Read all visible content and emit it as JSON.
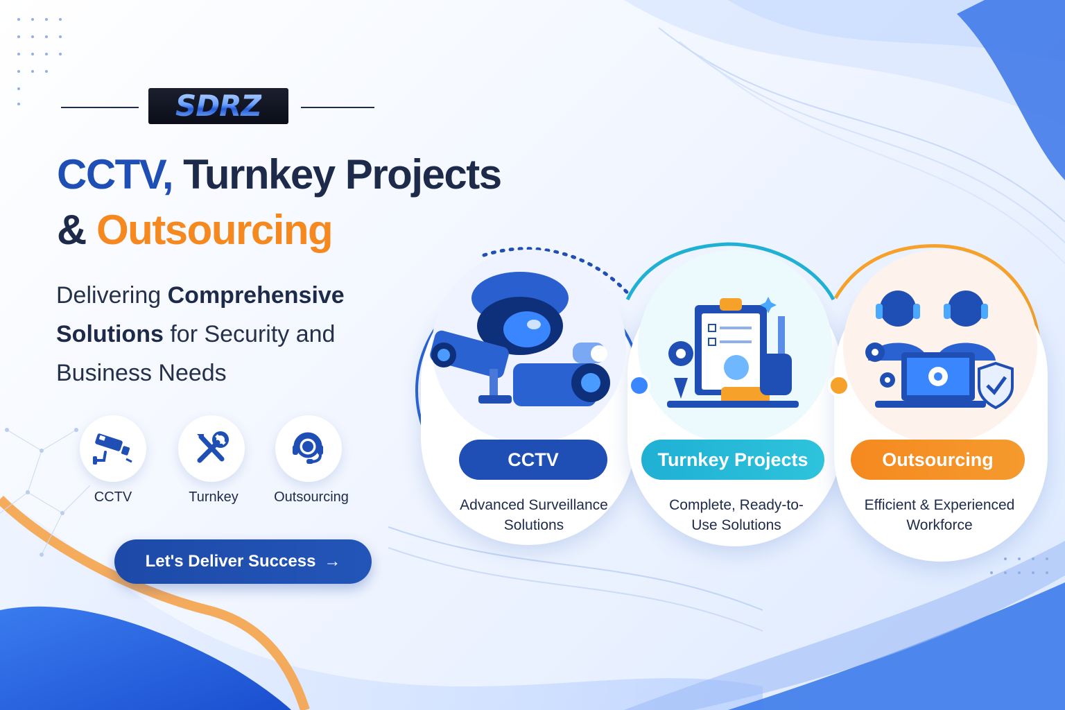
{
  "logo": {
    "text": "SDRZ"
  },
  "headline": {
    "part1": "CCTV,",
    "part2": " Turnkey Projects",
    "part3": "& ",
    "part4": "Outsourcing"
  },
  "subhead": {
    "p1": "Delivering ",
    "p2": "Comprehensive Solutions",
    "p3": " for Security and Business Needs"
  },
  "mini_services": [
    {
      "label": "CCTV",
      "icon": "cctv-camera-icon"
    },
    {
      "label": "Turnkey",
      "icon": "wrench-screwdriver-icon"
    },
    {
      "label": "Outsourcing",
      "icon": "headset-icon"
    }
  ],
  "cta": {
    "label": "Let's Deliver Success",
    "arrow": "→"
  },
  "services": [
    {
      "title": "CCTV",
      "desc_line1": "Advanced Surveillance",
      "desc_line2": "Solutions",
      "color": "#1f4fb4"
    },
    {
      "title": "Turnkey Projects",
      "desc_line1": "Complete, Ready-to-",
      "desc_line2": "Use Solutions",
      "color": "#1fb0d4"
    },
    {
      "title": "Outsourcing",
      "desc_line1": "Efficient & Experienced",
      "desc_line2": "Workforce",
      "color": "#f5891f"
    }
  ],
  "colors": {
    "navy": "#1e2a4a",
    "blue": "#1f4fb4",
    "orange": "#f5891f",
    "cyan": "#1fb0d4"
  }
}
